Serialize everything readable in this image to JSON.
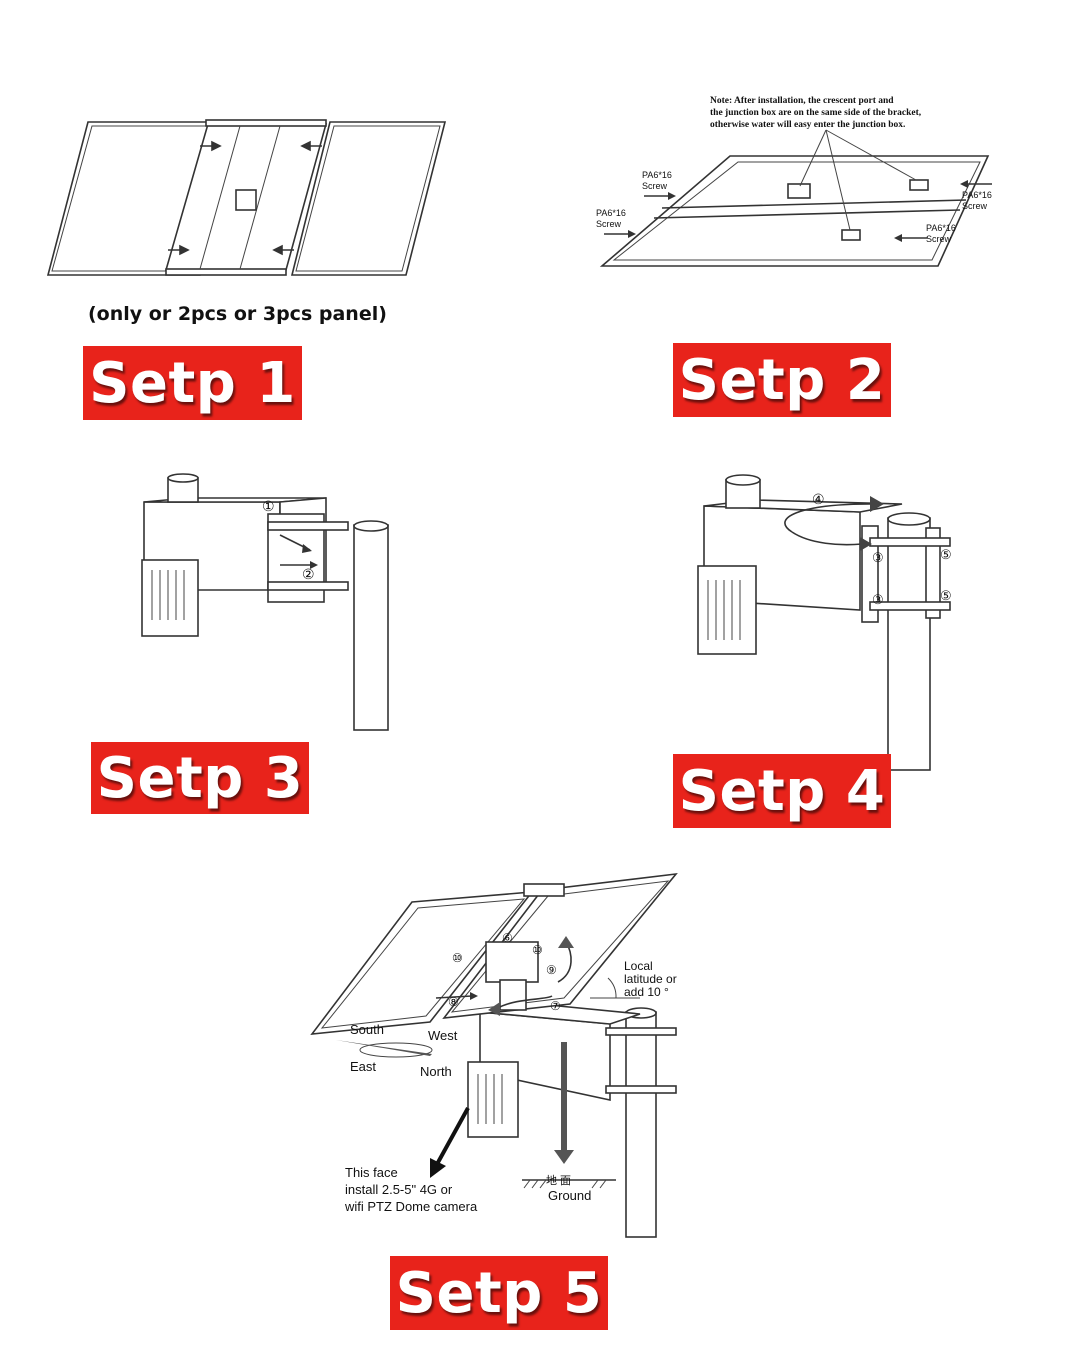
{
  "step1": {
    "caption": "(only or 2pcs or 3pcs panel)",
    "label": "Setp 1"
  },
  "step2": {
    "note_line1": "Note: After installation, the crescent port and",
    "note_line2": "the junction box are on the same side of the bracket,",
    "note_line3": "otherwise water will easy enter the junction box.",
    "screw_label_a": "PA6*16",
    "screw_label_b": "Screw",
    "label": "Setp 2"
  },
  "step3": {
    "marker_1": "①",
    "marker_2": "②",
    "label": "Setp 3"
  },
  "step4": {
    "marker_3": "③",
    "marker_4": "④",
    "marker_5": "⑤",
    "label": "Setp 4"
  },
  "step5": {
    "marker_6": "⑥",
    "marker_7": "⑦",
    "marker_8": "⑧",
    "marker_9": "⑨",
    "marker_10": "⑩",
    "angle_line1": "Local",
    "angle_line2": "latitude or",
    "angle_line3": "add 10 °",
    "south": "South",
    "west": "West",
    "east": "East",
    "north": "North",
    "face_line1": "This face",
    "face_line2": "install 2.5-5\" 4G or",
    "face_line3": "wifi PTZ Dome camera",
    "ground_chars": "地   面",
    "ground": "Ground",
    "label": "Setp 5"
  },
  "colors": {
    "banner": "#e8231b",
    "line": "#333333"
  }
}
